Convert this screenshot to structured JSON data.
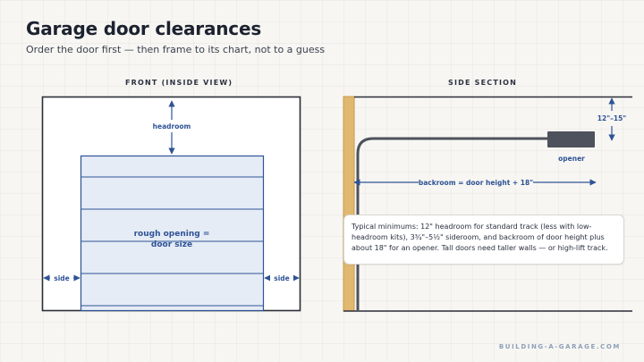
{
  "header": {
    "title": "Garage door clearances",
    "subtitle": "Order the door first — then frame to its chart, not to a guess"
  },
  "front_panel": {
    "label": "FRONT (INSIDE VIEW)",
    "headroom": "headroom",
    "opening_line1": "rough opening =",
    "opening_line2": "door size",
    "side_left": "side",
    "side_right": "side"
  },
  "side_panel": {
    "label": "SIDE SECTION",
    "clearance": "12\"–15\"",
    "opener": "opener",
    "backroom": "backroom = door height + 18\""
  },
  "note": {
    "text": "Typical minimums: 12\" headroom for standard track (less with low-headroom kits), 3¾\"–5½\" sideroom, and backroom of door height plus about 18\" for an opener. Tall doors need taller walls — or high-lift track."
  },
  "footer": {
    "site": "BUILDING-A-GARAGE.COM"
  },
  "colors": {
    "accent": "#2f5396",
    "panel_fill": "#e6ecf5",
    "wall": "#2b2f38",
    "jamb": "#e0b870",
    "opener": "#4d525c"
  }
}
